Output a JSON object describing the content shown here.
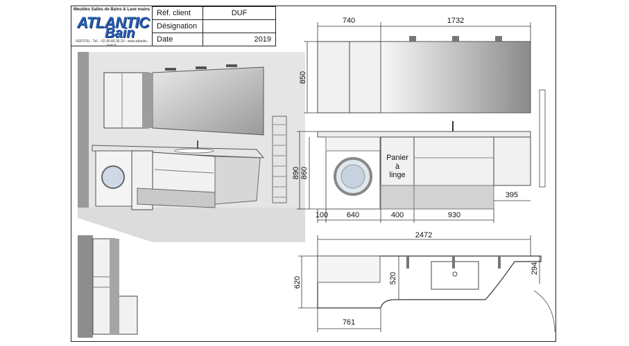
{
  "logo": {
    "tagline": "Meubles Salles de Bains & Lave mains",
    "brand_top": "ATLANTIC",
    "brand_bottom": "Bain",
    "footer": "VERTOU - Tél. : 02.40.80.36.20 - www.atlantic-bain.fr",
    "color": "#2a5fb0"
  },
  "info": {
    "ref_label": "Réf. client",
    "ref_value": "DUF",
    "designation_label": "Désignation",
    "designation_value": "",
    "date_label": "Date",
    "date_value": "2019"
  },
  "elevation_top": {
    "w1": "740",
    "w2": "1732",
    "h": "850"
  },
  "elevation_bottom": {
    "h_outer": "890",
    "h_inner": "860",
    "w_gap": "100",
    "w_machine": "640",
    "w_basket": "400",
    "w_drawer": "930",
    "w_right": "395",
    "basket_line1": "Panier",
    "basket_line2": "à",
    "basket_line3": "linge"
  },
  "plan": {
    "total": "2472",
    "depth": "620",
    "inner_depth": "520",
    "right_depth": "294",
    "left_width": "761"
  }
}
